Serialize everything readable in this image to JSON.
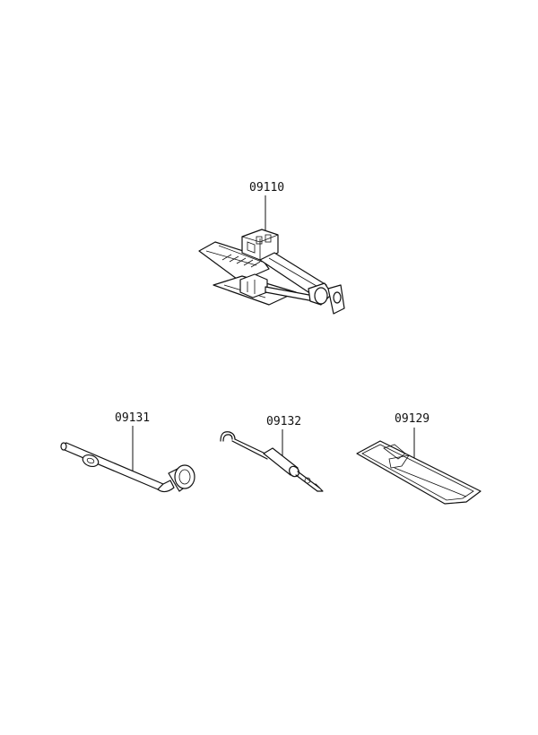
{
  "parts": {
    "jack": {
      "number": "09110"
    },
    "wrench": {
      "number": "09131"
    },
    "hook": {
      "number": "09132"
    },
    "bag": {
      "number": "09129"
    }
  }
}
